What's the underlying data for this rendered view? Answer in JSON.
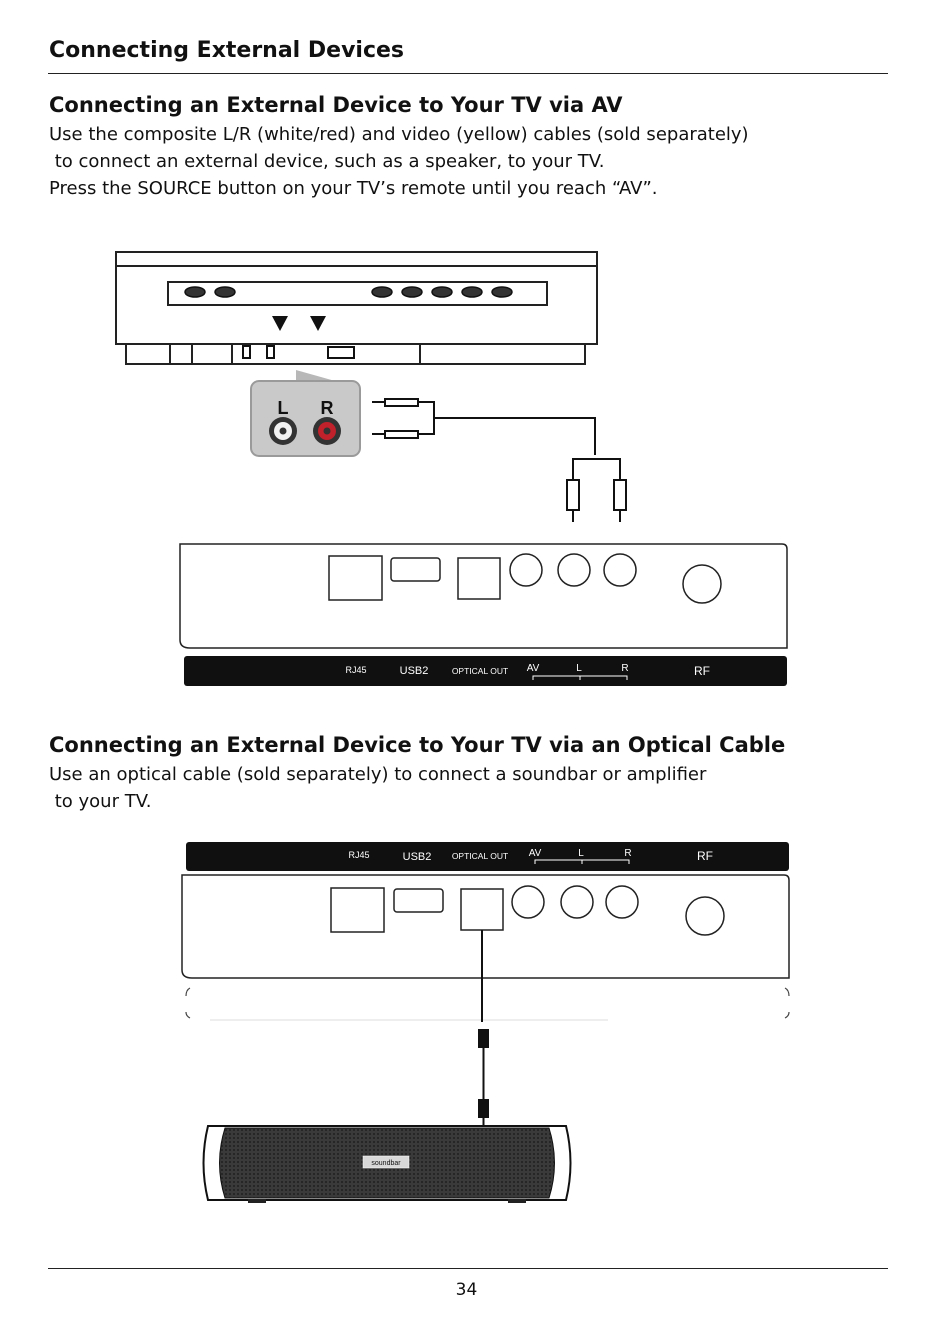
{
  "page": {
    "title": "Connecting External Devices",
    "page_number": "34"
  },
  "section_av": {
    "heading": "Connecting an External Device to Your TV via AV",
    "lines": [
      "Use the composite L/R (white/red) and video (yellow) cables (sold separately)",
      " to connect an external device, such as a speaker, to your TV.",
      "Press the SOURCE button on your TV’s remote until you reach “AV”."
    ],
    "device_jack_labels": {
      "left": "L",
      "right": "R"
    }
  },
  "section_optical": {
    "heading": "Connecting an External Device to Your TV via an Optical Cable",
    "lines": [
      "Use an optical cable (sold separately) to connect a soundbar or amplifier",
      " to your TV."
    ],
    "soundbar_label": "soundbar"
  },
  "port_labels": {
    "rj45": "RJ45",
    "usb2": "USB2",
    "optical": "OPTICAL OUT",
    "av": "AV",
    "l": "L",
    "r": "R",
    "rf": "RF"
  }
}
